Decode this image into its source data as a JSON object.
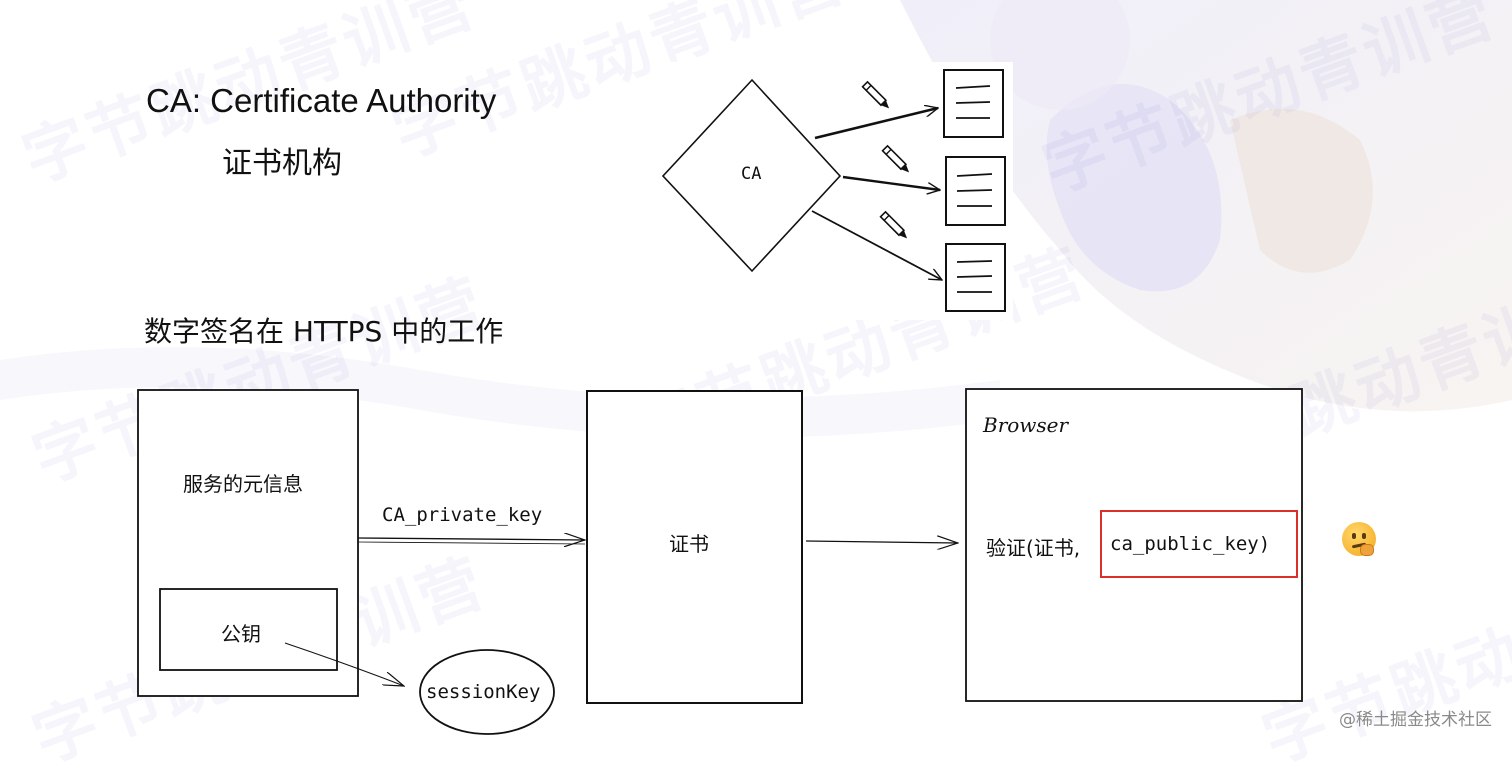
{
  "header": {
    "title": "CA: Certificate Authority",
    "subtitle": "证书机构"
  },
  "ca_diagram": {
    "node_label": "CA"
  },
  "section": {
    "title": "数字签名在 HTTPS 中的工作"
  },
  "flow": {
    "server_box_label": "服务的元信息",
    "public_key_label": "公钥",
    "session_key_label": "sessionKey",
    "arrow_label": "CA_private_key",
    "certificate_label": "证书",
    "browser_label": "Browser",
    "verify_prefix": "验证(证书,",
    "verify_key": "ca_public_key)"
  },
  "credit": "@稀土掘金技术社区",
  "colors": {
    "highlight_border": "#d9302c",
    "line": "#111111"
  }
}
